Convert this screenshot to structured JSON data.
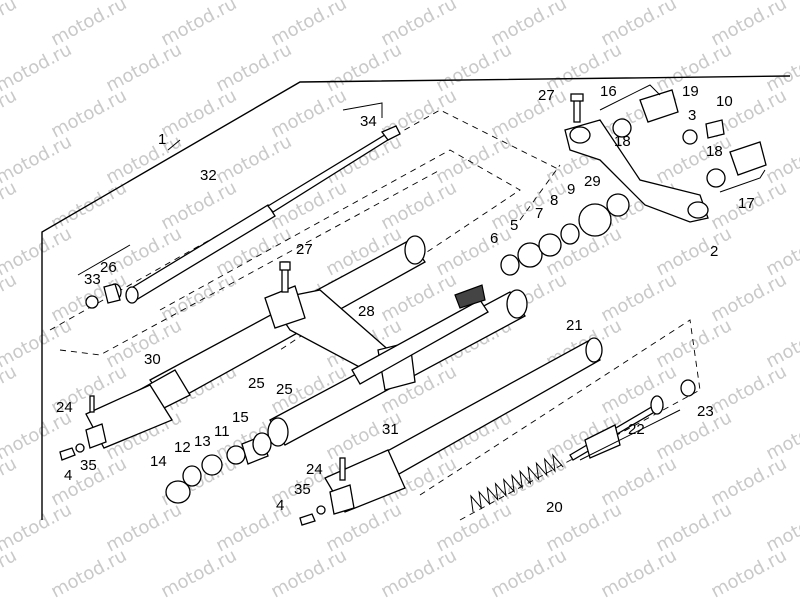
{
  "watermark": {
    "text": "motod.ru"
  },
  "callouts": [
    {
      "id": "c1",
      "text": "1"
    },
    {
      "id": "c2",
      "text": "2"
    },
    {
      "id": "c3",
      "text": "3"
    },
    {
      "id": "c4a",
      "text": "4"
    },
    {
      "id": "c4b",
      "text": "4"
    },
    {
      "id": "c5",
      "text": "5"
    },
    {
      "id": "c6",
      "text": "6"
    },
    {
      "id": "c7",
      "text": "7"
    },
    {
      "id": "c8",
      "text": "8"
    },
    {
      "id": "c9",
      "text": "9"
    },
    {
      "id": "c10",
      "text": "10"
    },
    {
      "id": "c11",
      "text": "11"
    },
    {
      "id": "c12",
      "text": "12"
    },
    {
      "id": "c13",
      "text": "13"
    },
    {
      "id": "c14",
      "text": "14"
    },
    {
      "id": "c15",
      "text": "15"
    },
    {
      "id": "c16",
      "text": "16"
    },
    {
      "id": "c17",
      "text": "17"
    },
    {
      "id": "c18a",
      "text": "18"
    },
    {
      "id": "c18b",
      "text": "18"
    },
    {
      "id": "c19",
      "text": "19"
    },
    {
      "id": "c20",
      "text": "20"
    },
    {
      "id": "c21",
      "text": "21"
    },
    {
      "id": "c22",
      "text": "22"
    },
    {
      "id": "c23",
      "text": "23"
    },
    {
      "id": "c24a",
      "text": "24"
    },
    {
      "id": "c24b",
      "text": "24"
    },
    {
      "id": "c25a",
      "text": "25"
    },
    {
      "id": "c25b",
      "text": "25"
    },
    {
      "id": "c26",
      "text": "26"
    },
    {
      "id": "c27a",
      "text": "27"
    },
    {
      "id": "c27b",
      "text": "27"
    },
    {
      "id": "c28",
      "text": "28"
    },
    {
      "id": "c29",
      "text": "29"
    },
    {
      "id": "c30",
      "text": "30"
    },
    {
      "id": "c31",
      "text": "31"
    },
    {
      "id": "c32",
      "text": "32"
    },
    {
      "id": "c33",
      "text": "33"
    },
    {
      "id": "c34",
      "text": "34"
    },
    {
      "id": "c35a",
      "text": "35"
    },
    {
      "id": "c35b",
      "text": "35"
    }
  ]
}
